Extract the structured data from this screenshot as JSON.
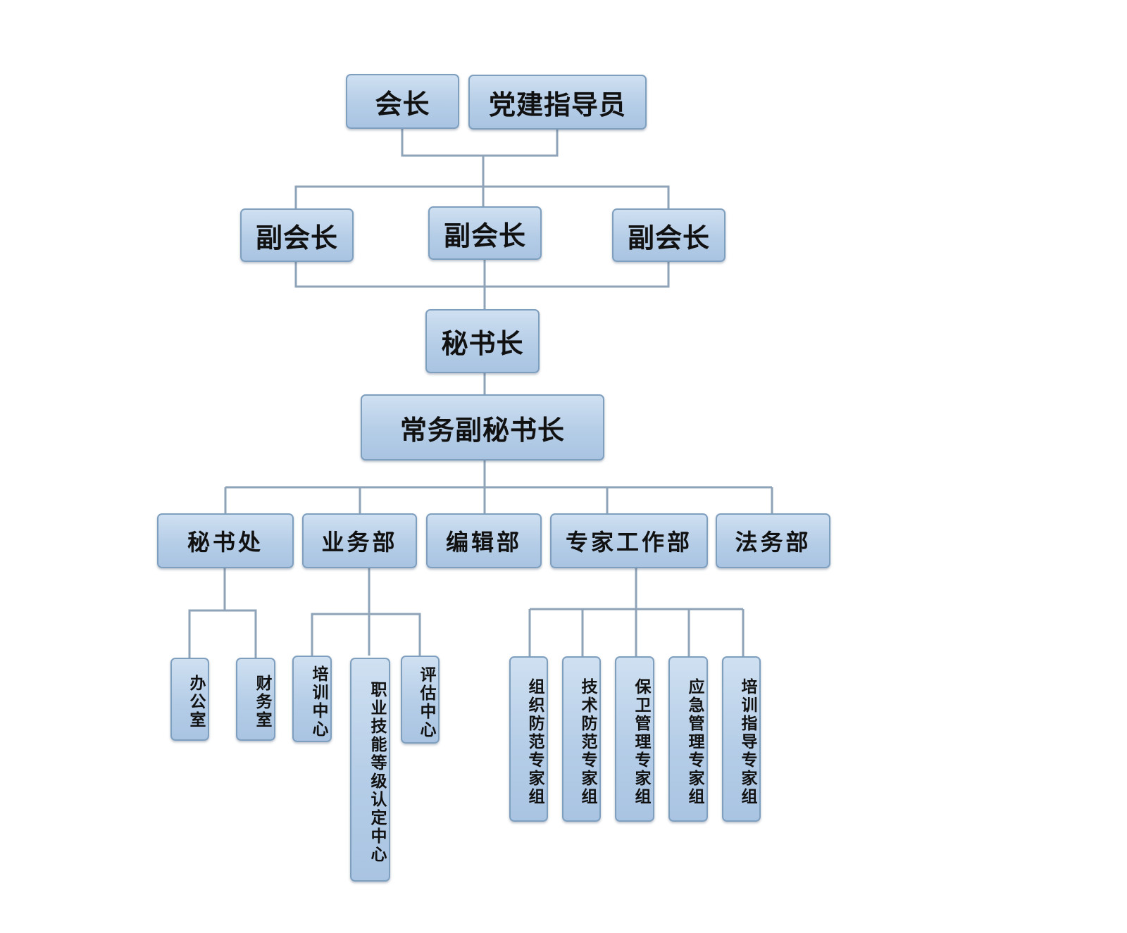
{
  "colors": {
    "box_fill": "#b5cde7",
    "box_border": "#7f9fbf",
    "line": "#8fa3b8",
    "text": "#111111"
  },
  "top": {
    "chairman": "会长",
    "party_guide": "党建指导员"
  },
  "vice": {
    "v1": "副会长",
    "v2": "副会长",
    "v3": "副会长"
  },
  "secretary_general": "秘书长",
  "exec_deputy": "常务副秘书长",
  "departments": {
    "secretariat": "秘书处",
    "business": "业务部",
    "editorial": "编辑部",
    "expert": "专家工作部",
    "legal": "法务部"
  },
  "secretariat_units": {
    "office": "办公室",
    "finance": "财务室"
  },
  "business_units": {
    "training_center": "培训中心",
    "skill_center": "职业技能等级认定中心",
    "assessment_center": "评估中心"
  },
  "expert_groups": {
    "g1": "组织防范专家组",
    "g2": "技术防范专家组",
    "g3": "保卫管理专家组",
    "g4": "应急管理专家组",
    "g5": "培训指导专家组"
  }
}
